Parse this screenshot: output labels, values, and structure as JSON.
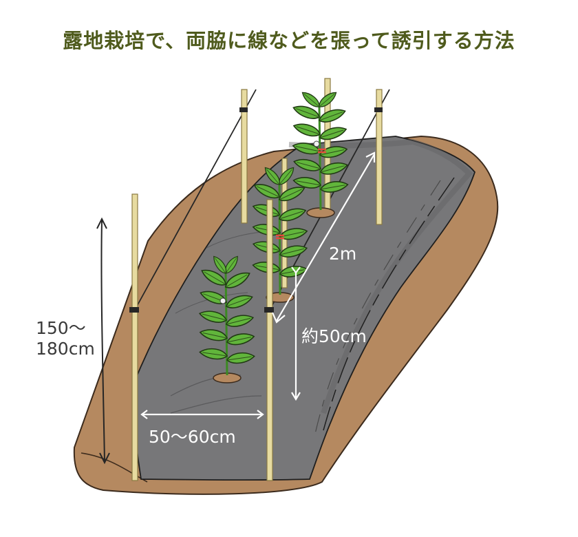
{
  "title": "露地栽培で、両脇に線などを張って誘引する方法",
  "labels": {
    "height": "150〜\n180cm",
    "width": "50〜60cm",
    "length": "2m",
    "spacing": "約50cm"
  },
  "colors": {
    "title": "#4f5b1d",
    "soil": "#b58960",
    "mulch": "#777779",
    "stake": "#e7dba0",
    "leaf": "#61b53b",
    "flower": "#e64a3c"
  }
}
